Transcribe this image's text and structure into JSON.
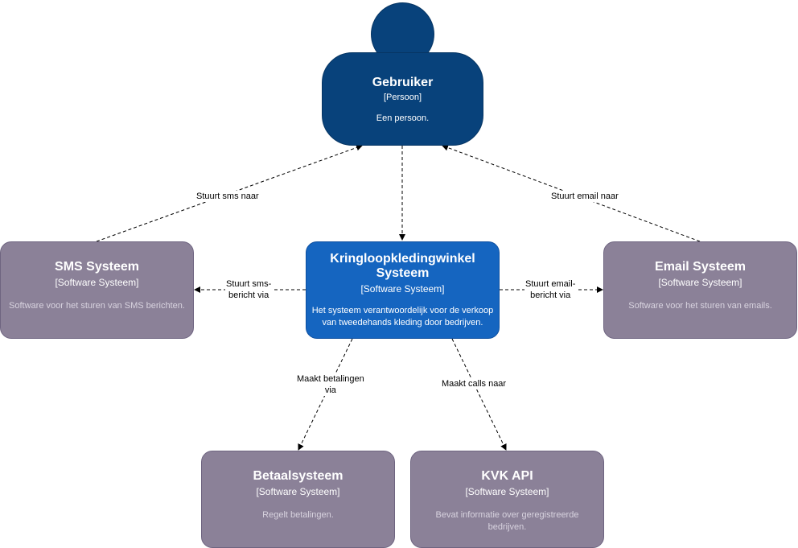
{
  "person": {
    "title": "Gebruiker",
    "type": "[Persoon]",
    "description": "Een persoon.",
    "color": "#08427b"
  },
  "main_system": {
    "title_line1": "Kringloopkledingwinkel",
    "title_line2": "Systeem",
    "type": "[Software Systeem]",
    "description_line1": "Het systeem verantwoordelijk voor de verkoop",
    "description_line2": "van tweedehands kleding door bedrijven.",
    "color": "#1565c0"
  },
  "sms_system": {
    "title": "SMS Systeem",
    "type": "[Software Systeem]",
    "description": "Software voor het sturen van SMS berichten.",
    "color": "#8b8198"
  },
  "email_system": {
    "title": "Email Systeem",
    "type": "[Software Systeem]",
    "description": "Software voor het sturen van emails.",
    "color": "#8b8198"
  },
  "payment_system": {
    "title": "Betaalsysteem",
    "type": "[Software Systeem]",
    "description": "Regelt betalingen.",
    "color": "#8b8198"
  },
  "kvk_api": {
    "title": "KVK API",
    "type": "[Software Systeem]",
    "description": "Bevat informatie over geregistreerde bedrijven.",
    "color": "#8b8198"
  },
  "edges": {
    "sms_to_person": "Stuurt sms naar",
    "email_to_person": "Stuurt email naar",
    "main_to_sms_line1": "Stuurt sms-",
    "main_to_sms_line2": "bericht via",
    "main_to_email_line1": "Stuurt email-",
    "main_to_email_line2": "bericht via",
    "main_to_payment_line1": "Maakt betalingen",
    "main_to_payment_line2": "via",
    "main_to_kvk": "Maakt calls naar"
  }
}
